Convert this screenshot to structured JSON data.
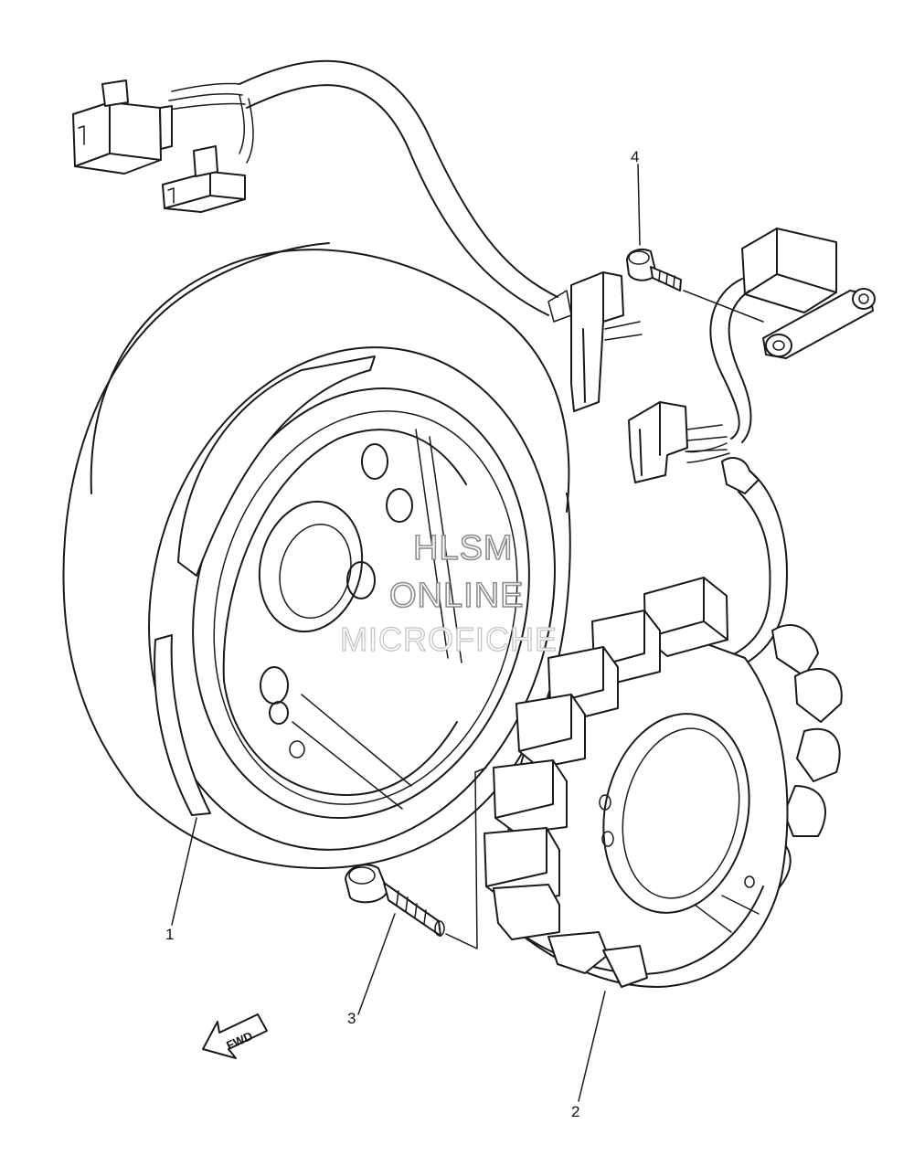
{
  "callouts": [
    {
      "id": "1",
      "label": "1"
    },
    {
      "id": "2",
      "label": "2"
    },
    {
      "id": "3",
      "label": "3"
    },
    {
      "id": "4",
      "label": "4"
    }
  ],
  "direction_arrow": {
    "label": "FWD"
  },
  "watermark": {
    "line1": "HLSM",
    "line2": "ONLINE",
    "line3": "MICROFICHE"
  },
  "colors": {
    "line": "#1a1a1a",
    "background": "#ffffff",
    "watermark": "#8d8d8d"
  }
}
